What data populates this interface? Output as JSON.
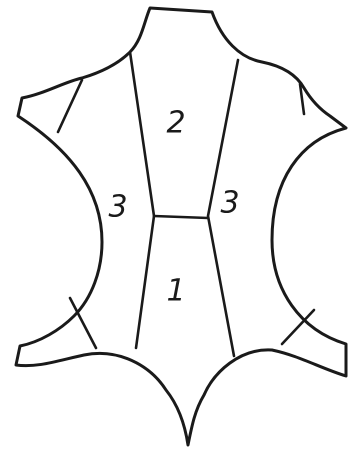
{
  "diagram": {
    "labels": {
      "center_upper": "2",
      "center_lower": "1",
      "left_side": "3",
      "right_side": "3"
    },
    "colors": {
      "stroke": "#1a1a1a",
      "background": "#ffffff"
    }
  }
}
